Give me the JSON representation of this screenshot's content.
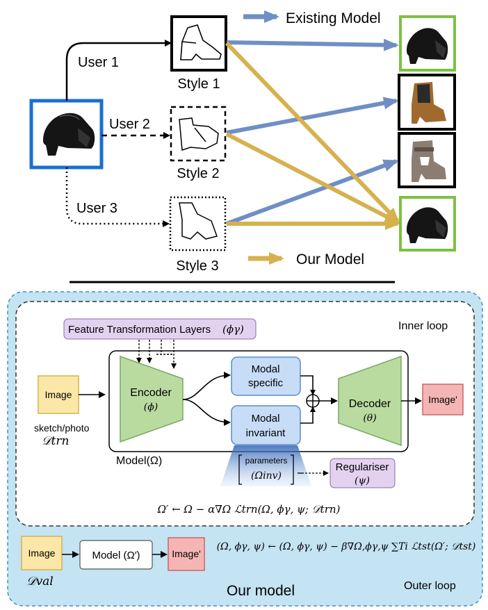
{
  "top": {
    "legend_existing": "Existing Model",
    "legend_ours": "Our Model",
    "users": [
      "User 1",
      "User 2",
      "User 3"
    ],
    "styles": [
      "Style 1",
      "Style 2",
      "Style 3"
    ]
  },
  "bottom": {
    "feature_layers": "Feature Transformation Layers",
    "feature_layers_sym": "(ϕγ)",
    "inner_loop": "Inner loop",
    "outer_loop": "Outer loop",
    "our_model": "Our model",
    "image_in": "Image",
    "sketch_photo": "sketch/photo",
    "d_trn": "𝒟trn",
    "encoder": "Encoder",
    "encoder_sym": "(ϕ)",
    "modal_specific": [
      "Modal",
      "specific"
    ],
    "modal_invariant": [
      "Modal",
      "invariant"
    ],
    "decoder": "Decoder",
    "decoder_sym": "(θ)",
    "image_out": "Image'",
    "model_label": "Model(Ω)",
    "parameters": "parameters",
    "omega_inv": "(Ωinv)",
    "regulariser": "Regulariser",
    "regulariser_sym": "(ψ)",
    "inner_eq": "Ω′ ← Ω − α∇Ω ℒtrn(Ω, ϕγ, ψ; 𝒟trn)",
    "outer_image_in": "Image",
    "d_val": "𝒟val",
    "outer_model": "Model (Ω′)",
    "outer_image_out": "Image'",
    "outer_eq": "(Ω, ϕγ, ψ) ← (Ω, ϕγ, ψ) − β∇Ω,ϕγ,ψ ∑Ti ℒtst(Ω′; 𝒟tst)"
  },
  "colors": {
    "blue_arrow": "#6f8fc4",
    "gold_arrow": "#d6b14e",
    "green_frame": "#7cc142",
    "blue_frame": "#1a6fd1",
    "encoder_fill": "#b9dba0",
    "modal_fill": "#c6dcf7",
    "image_in_fill": "#fbe7a7",
    "image_out_fill": "#f5b5b5",
    "feature_fill": "#e3d2ef",
    "outer_bg": "#c4e3f3"
  }
}
